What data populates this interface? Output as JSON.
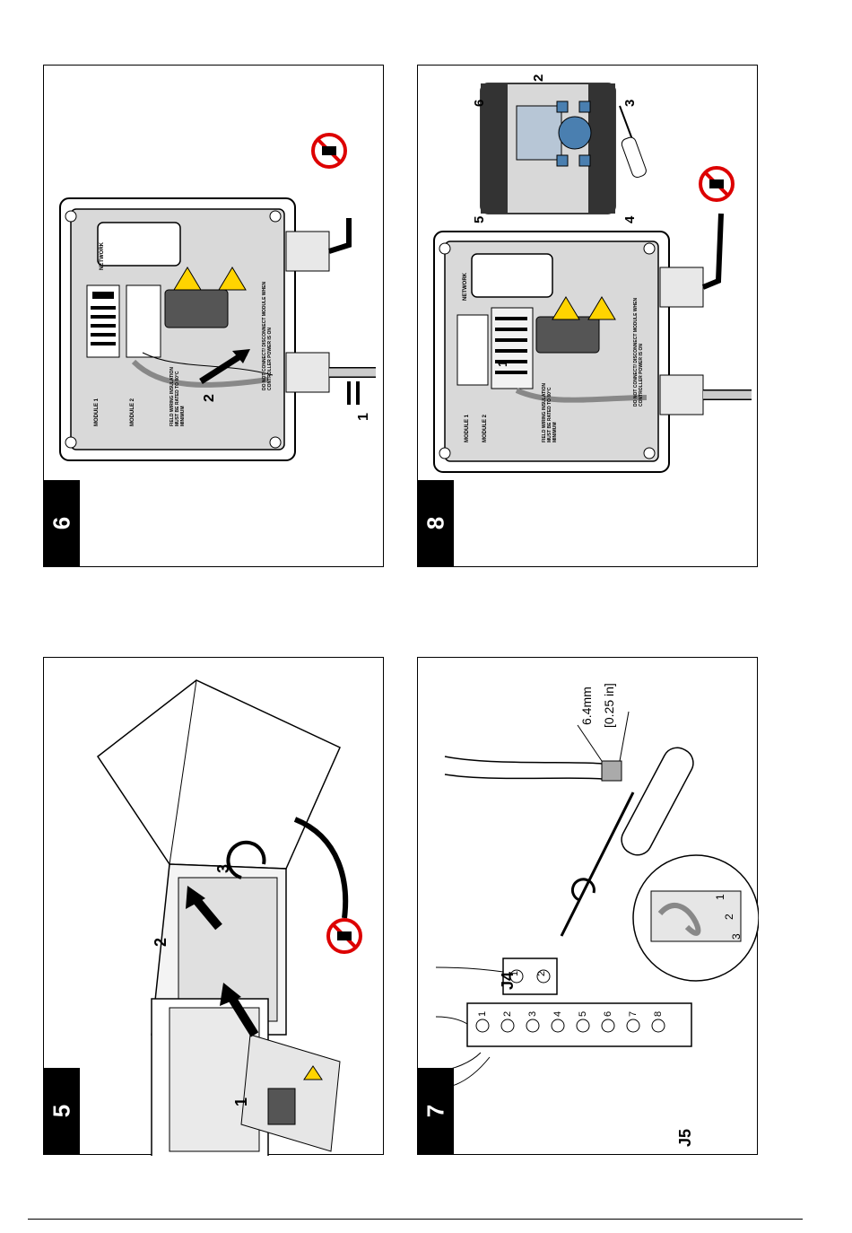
{
  "panels": {
    "p6": {
      "number": "6",
      "labels": {
        "network": "NETWORK",
        "module1": "MODULE 1",
        "module2": "MODULE 2",
        "warning": "DO NOT CONNECT/ DISCONNECT MODULE WHEN CONTROLLER POWER IS ON",
        "wiring": "FIELD WIRING INSULATION MUST BE RATED TO 80°C MINIMUM",
        "step1": "1",
        "step2": "2"
      }
    },
    "p8": {
      "number": "8",
      "labels": {
        "network": "NETWORK",
        "module1": "MODULE 1",
        "module2": "MODULE 2",
        "warning": "DO NOT CONNECT/ DISCONNECT MODULE WHEN CONTROLLER POWER IS ON",
        "wiring": "FIELD WIRING INSULATION MUST BE RATED TO 80°C MINIMUM",
        "step1": "1",
        "c2": "2",
        "c3": "3",
        "c4": "4",
        "c5": "5",
        "c6": "6"
      }
    },
    "p5": {
      "number": "5",
      "labels": {
        "step1": "1",
        "step2": "2",
        "step3": "3"
      }
    },
    "p7": {
      "number": "7",
      "labels": {
        "dimension_mm": "6.4mm",
        "dimension_in": "[0.25 in]",
        "j4": "J4",
        "j5": "J5",
        "j4_pins": [
          "1",
          "2"
        ],
        "j5_pins": [
          "1",
          "2",
          "3",
          "4",
          "5",
          "6",
          "7",
          "8"
        ],
        "zoom_pins": [
          "1",
          "2",
          "3"
        ]
      }
    }
  }
}
